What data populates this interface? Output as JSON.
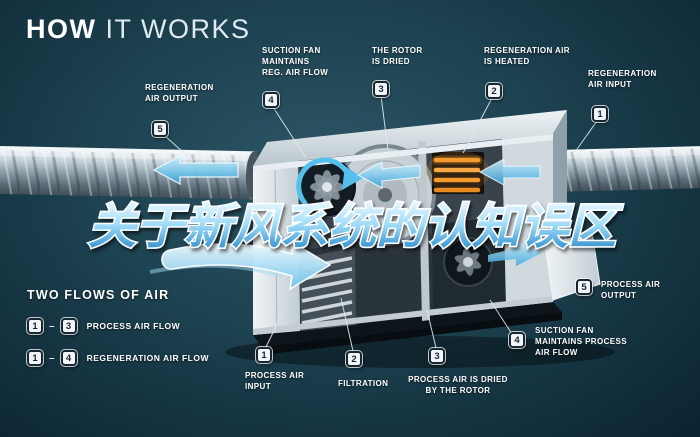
{
  "title": {
    "strong": "HOW",
    "light": "IT WORKS"
  },
  "overlay_text": "关于新风系统的认知误区",
  "callouts": [
    {
      "num": "5",
      "label": "REGENERATION\nAIR OUTPUT"
    },
    {
      "num": "4",
      "label": "SUCTION FAN\nMAINTAINS\nREG. AIR FLOW"
    },
    {
      "num": "3",
      "label": "THE ROTOR\nIS DRIED"
    },
    {
      "num": "2",
      "label": "REGENERATION AIR\nIS HEATED"
    },
    {
      "num": "1",
      "label": "REGENERATION\nAIR INPUT"
    },
    {
      "num": "5",
      "label": "PROCESS AIR\nOUTPUT"
    },
    {
      "num": "4",
      "label": "SUCTION FAN\nMAINTAINS PROCESS\nAIR FLOW"
    },
    {
      "num": "3",
      "label": "PROCESS AIR IS DRIED\nBY THE ROTOR"
    },
    {
      "num": "2",
      "label": "FILTRATION"
    },
    {
      "num": "1",
      "label": "PROCESS AIR\nINPUT"
    }
  ],
  "legend": {
    "heading": "TWO FLOWS OF AIR",
    "items": [
      {
        "from": "1",
        "dash": "–",
        "to": "3",
        "label": "PROCESS AIR FLOW"
      },
      {
        "from": "1",
        "dash": "–",
        "to": "4",
        "label": "REGENERATION AIR FLOW"
      }
    ]
  },
  "colors": {
    "background": "#16323f",
    "airflow_accent": "#56c0ec",
    "heater_accent": "#f59b2d",
    "badge_background": "#f1f5f7",
    "badge_border": "#172731",
    "label_text": "#ffffff"
  }
}
